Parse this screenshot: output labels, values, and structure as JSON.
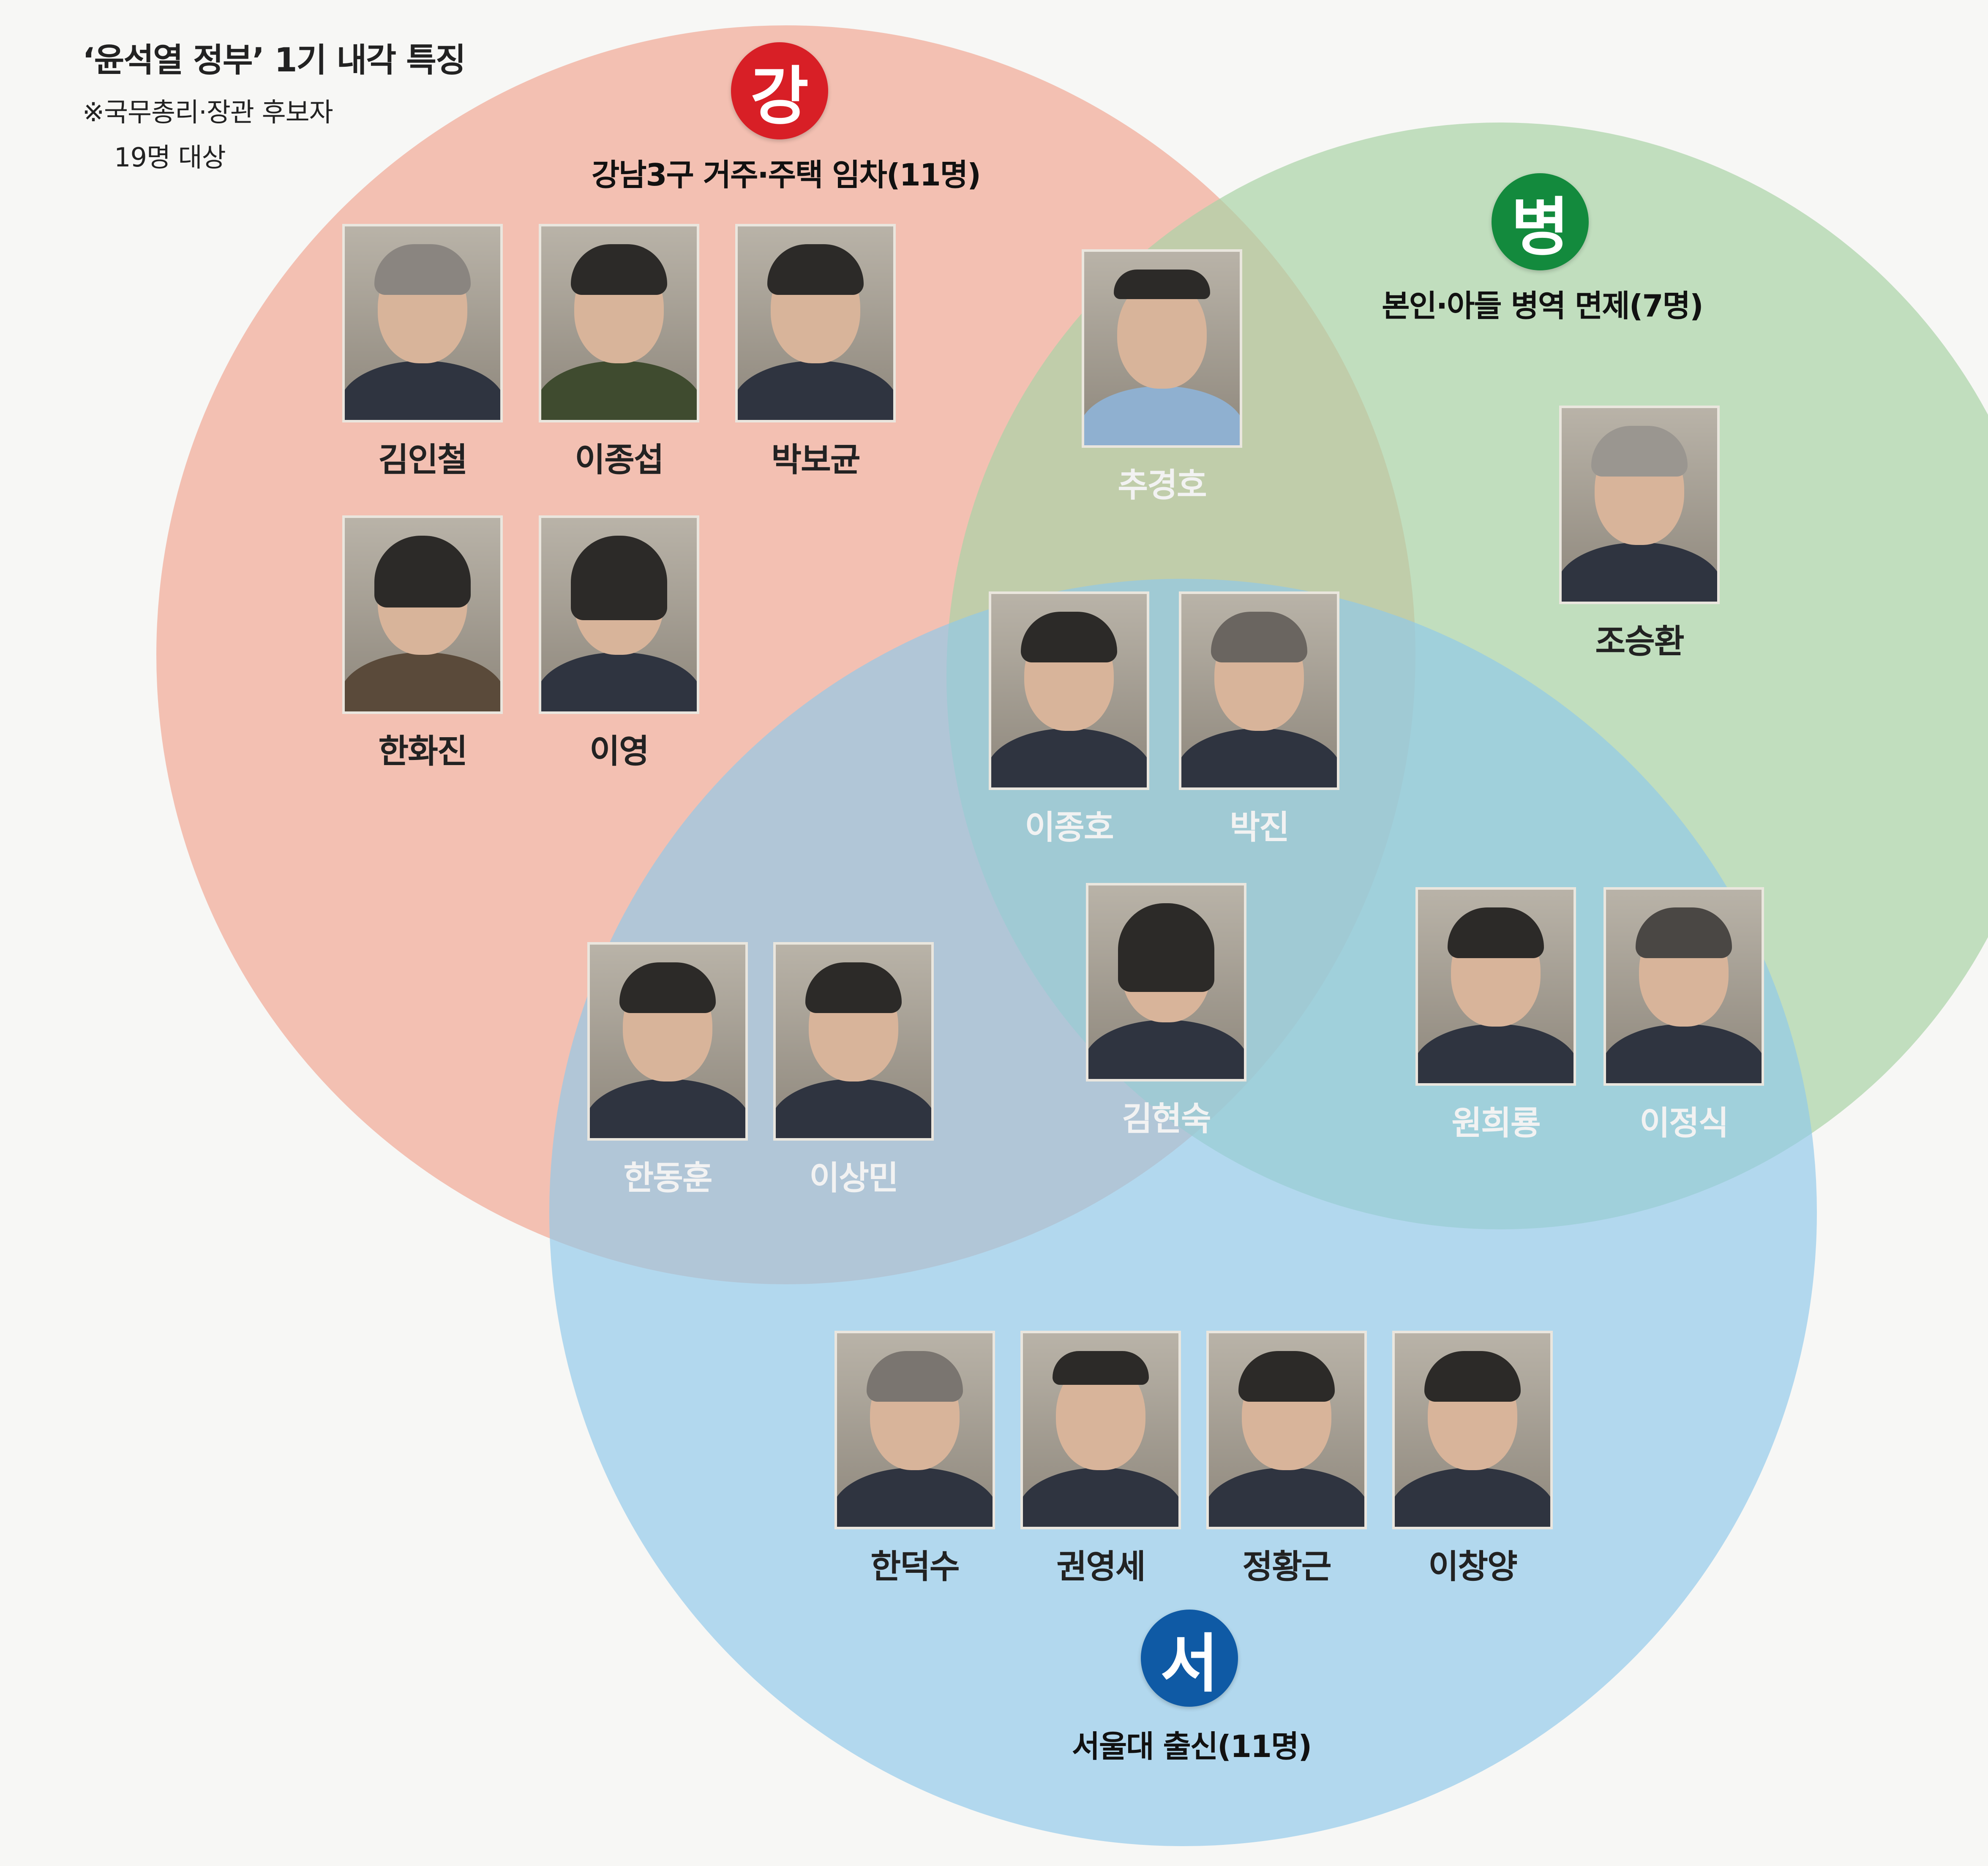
{
  "title": {
    "main": "‘윤석열 정부’ 1기 내각 특징",
    "note_line1": "※국무총리·장관 후보자",
    "note_line2": "19명 대상"
  },
  "sets": {
    "gang": {
      "badge": "강",
      "label": "강남3구 거주·주택 임차(11명)",
      "color": "#f2b3a3",
      "badge_color": "#d81f26"
    },
    "byeong": {
      "badge": "병",
      "label": "본인·아들 병역 면제(7명)",
      "color": "#a9d3a6",
      "badge_color": "#138a3d"
    },
    "seo": {
      "badge": "서",
      "label": "서울대 출신(11명)",
      "color": "#8fc9ea",
      "badge_color": "#0f5aa5"
    }
  },
  "people": {
    "kim_inchul": "김인철",
    "lee_jongsup": "이종섭",
    "park_bogyun": "박보균",
    "han_hwajin": "한화진",
    "lee_young": "이영",
    "choo_kyungho": "추경호",
    "cho_seunghwan": "조승환",
    "lee_jongho": "이종호",
    "park_jin": "박진",
    "kim_hyunsook": "김현숙",
    "won_heeryong": "원희룡",
    "lee_jungsik": "이정식",
    "han_donghoon": "한동훈",
    "lee_sangmin": "이상민",
    "han_ducksoo": "한덕수",
    "kwon_youngse": "권영세",
    "jung_hwanggeun": "정황근",
    "lee_changyang": "이창양"
  }
}
